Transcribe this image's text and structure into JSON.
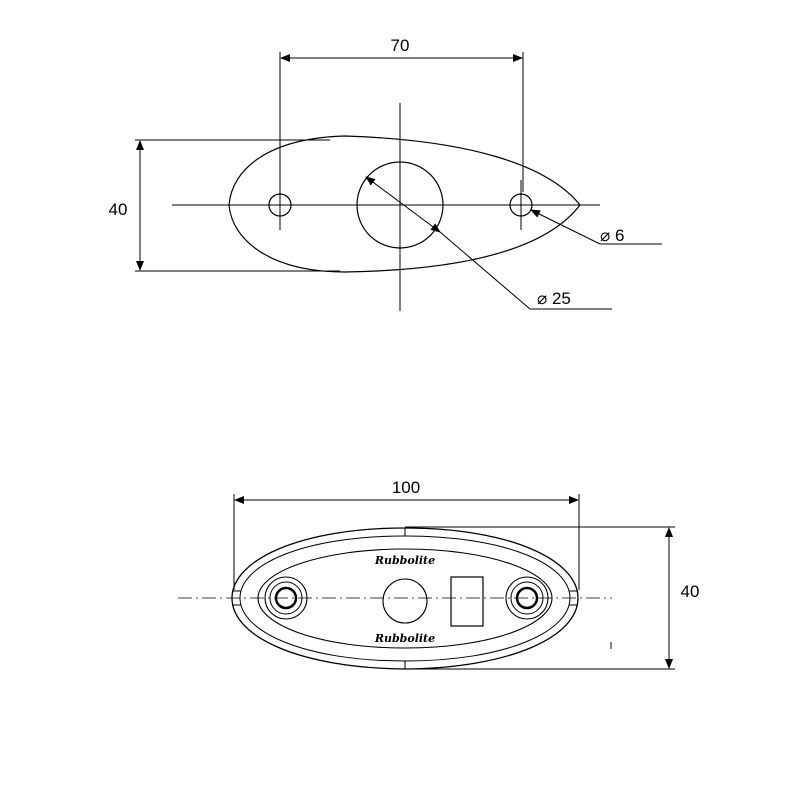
{
  "top_view": {
    "width_label": "70",
    "height_label": "40",
    "hole_label": "⌀ 6",
    "center_label": "⌀ 25"
  },
  "bottom_view": {
    "width_label": "100",
    "height_label": "40",
    "brand_text_top": "Rubbolite",
    "brand_text_bottom": "Rubbolite"
  },
  "colors": {
    "line": "#000000",
    "background": "#ffffff"
  }
}
